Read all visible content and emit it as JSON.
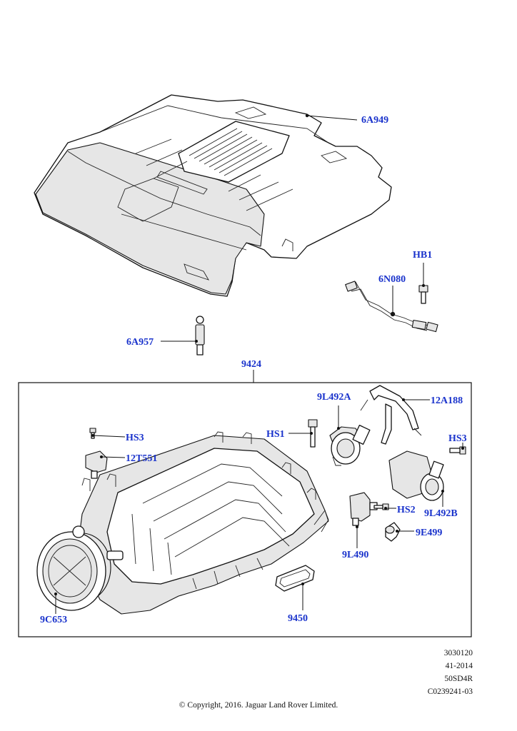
{
  "diagram": {
    "callouts": [
      {
        "id": "6A949",
        "label": "6A949"
      },
      {
        "id": "HB1",
        "label": "HB1"
      },
      {
        "id": "6N080",
        "label": "6N080"
      },
      {
        "id": "6A957",
        "label": "6A957"
      },
      {
        "id": "9424",
        "label": "9424"
      },
      {
        "id": "9L492A",
        "label": "9L492A"
      },
      {
        "id": "12A188",
        "label": "12A188"
      },
      {
        "id": "HS1",
        "label": "HS1"
      },
      {
        "id": "HS3a",
        "label": "HS3"
      },
      {
        "id": "HS3b",
        "label": "HS3"
      },
      {
        "id": "12T551",
        "label": "12T551"
      },
      {
        "id": "HS2",
        "label": "HS2"
      },
      {
        "id": "9L492B",
        "label": "9L492B"
      },
      {
        "id": "9E499",
        "label": "9E499"
      },
      {
        "id": "9L490",
        "label": "9L490"
      },
      {
        "id": "9C653",
        "label": "9C653"
      },
      {
        "id": "9450",
        "label": "9450"
      }
    ],
    "label_color": "#1a33cc"
  },
  "footer": {
    "ref_lines": [
      "3030120",
      "41-2014",
      "50SD4R",
      "C0239241-03"
    ],
    "copyright": "© Copyright, 2016. Jaguar Land Rover Limited."
  }
}
